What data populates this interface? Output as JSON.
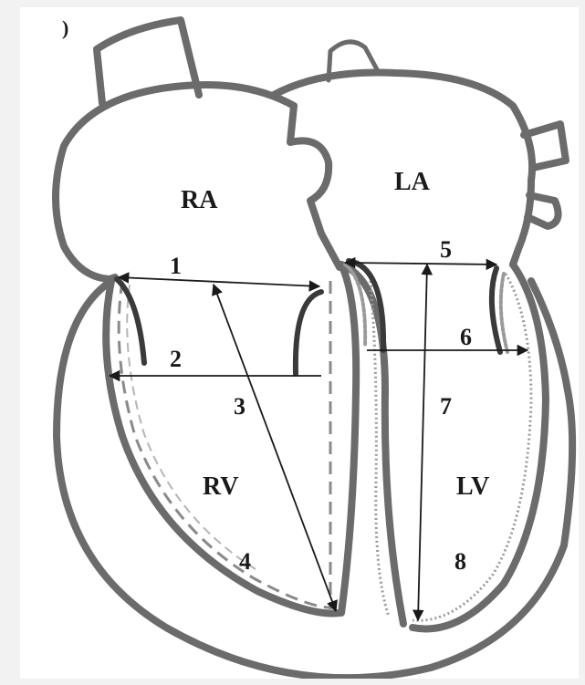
{
  "chambers": {
    "ra": "RA",
    "la": "LA",
    "rv": "RV",
    "lv": "LV"
  },
  "measurements": {
    "m1": "1",
    "m2": "2",
    "m3": "3",
    "m4": "4",
    "m5": "5",
    "m6": "6",
    "m7": "7",
    "m8": "8"
  },
  "corner_mark": ")",
  "colors": {
    "wall": "#6b6b6b",
    "leaflet": "#3a3a3a",
    "measurement_line": "#1a1a1a",
    "background": "#ffffff"
  }
}
